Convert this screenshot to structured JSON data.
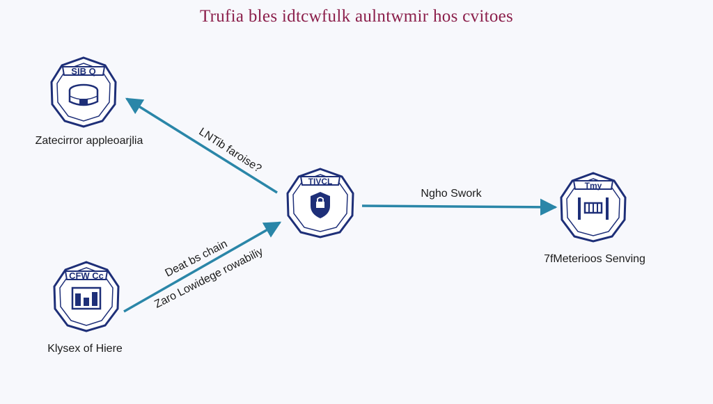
{
  "title": "Trufia bles idtcwfulk aulntwmir hos cvitoes",
  "nodes": {
    "top_left": {
      "badge": "SIB Q",
      "label": "Zatecirror appleoarjlia"
    },
    "center": {
      "badge": "TIVCL"
    },
    "bottom_left": {
      "badge": "CFW Cc",
      "label": "Klysex of Hiere"
    },
    "right": {
      "badge": "Tmy",
      "label": "7fMeterioos Senving"
    }
  },
  "edges": {
    "upper": {
      "label": "LNTib faroise?"
    },
    "lower": {
      "label_1": "Deat bs chain",
      "label_2": "Zaro Lowidege rowabiliy"
    },
    "right": {
      "label": "Ngho Swork"
    }
  },
  "colors": {
    "title": "#8b1f4b",
    "node_stroke": "#1e2f78",
    "arrow": "#2a86a8",
    "text": "#1b1b1b"
  }
}
